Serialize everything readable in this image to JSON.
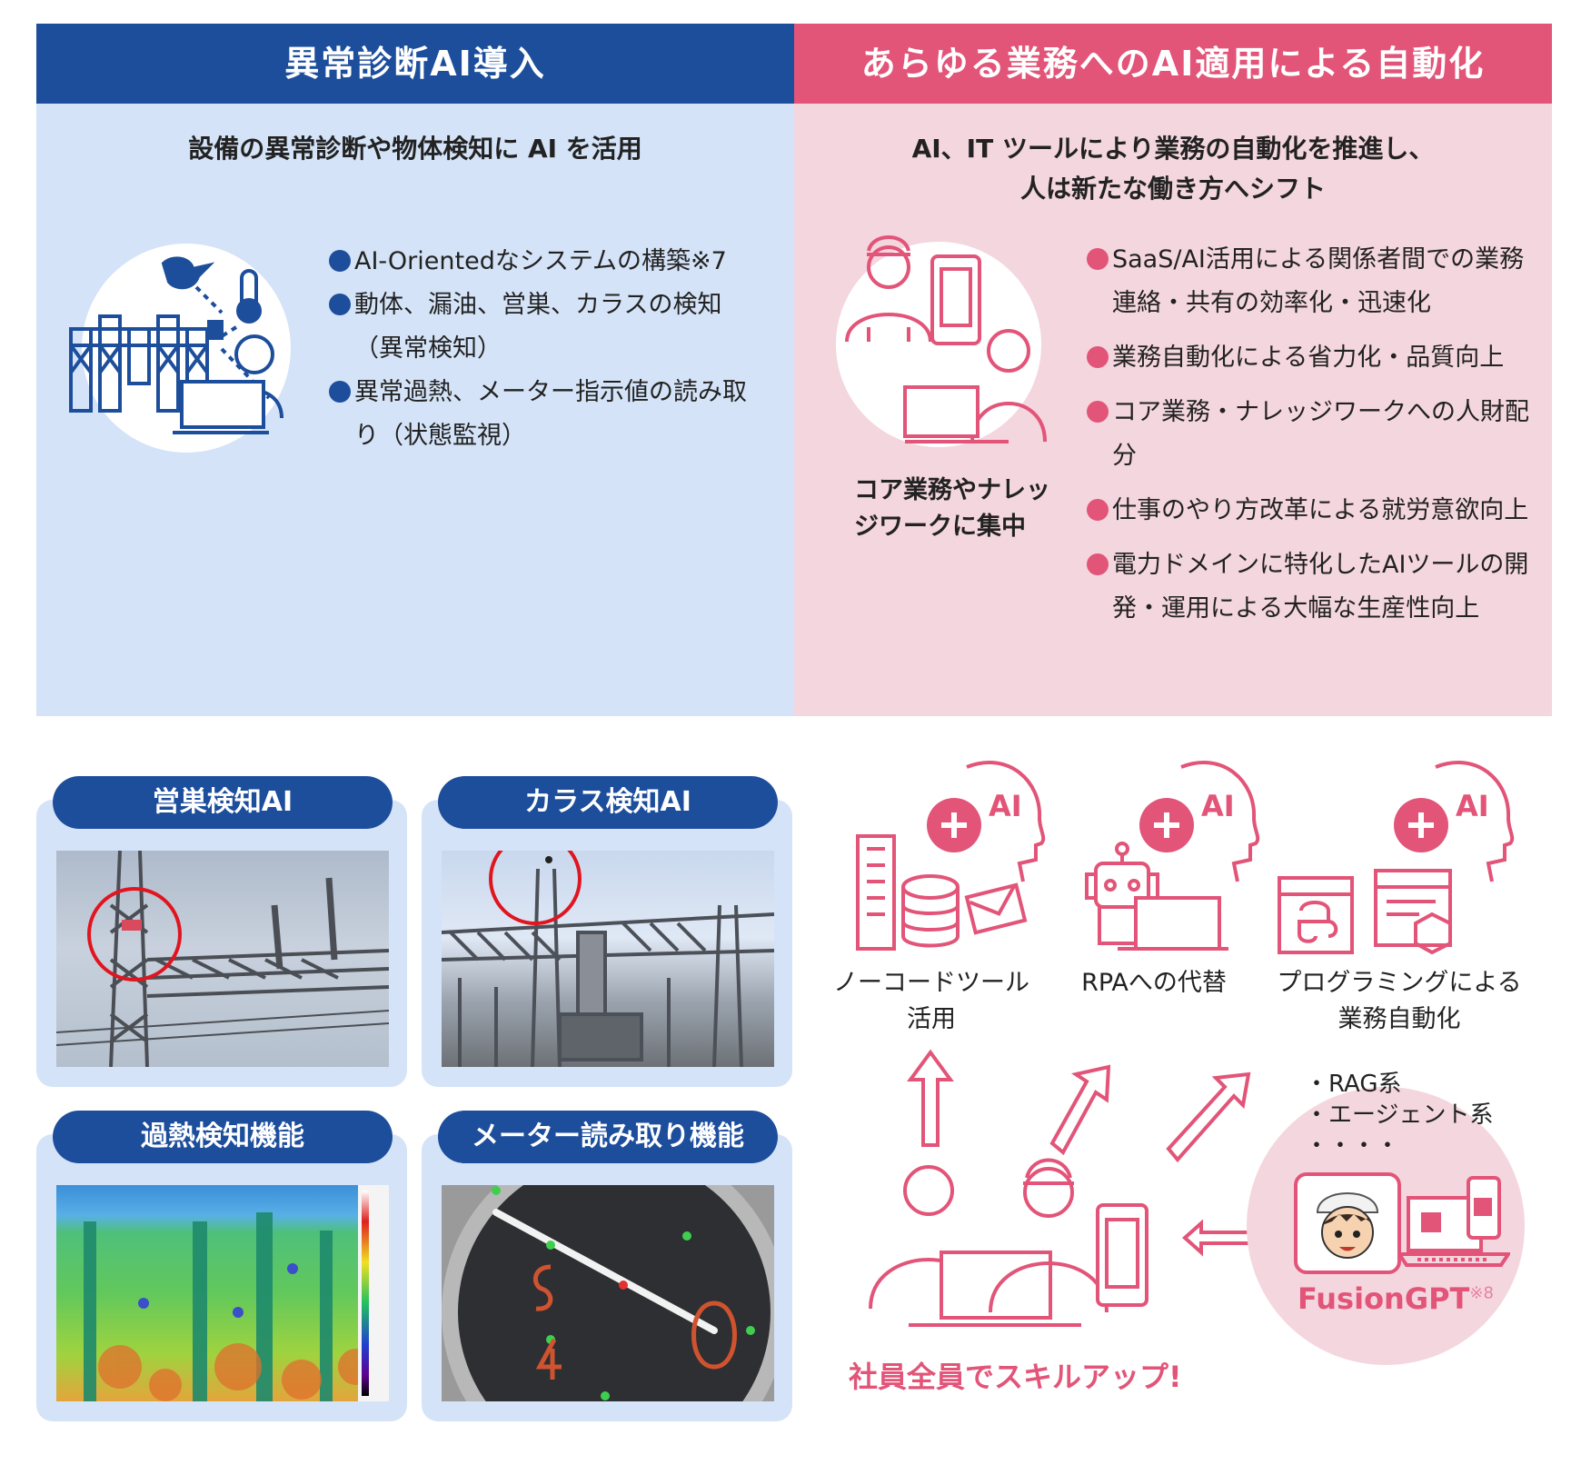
{
  "left_panel": {
    "header": "異常診断AI導入",
    "subtitle": "設備の異常診断や物体検知に AI を活用",
    "bullets": [
      "AI-Orientedなシステムの構築※7",
      "動体、漏油、営巣、カラスの検知（異常検知）",
      "異常過熱、メーター指示値の読み取り（状態監視）"
    ]
  },
  "right_panel": {
    "header": "あらゆる業務へのAI適用による自動化",
    "subtitle_line1": "AI、IT ツールにより業務の自動化を推進し、",
    "subtitle_line2": "人は新たな働き方へシフト",
    "caption": "コア業務やナレッジワークに集中",
    "bullets": [
      "SaaS/AI活用による関係者間での業務連絡・共有の効率化・迅速化",
      "業務自動化による省力化・品質向上",
      "コア業務・ナレッジワークへの人財配分",
      "仕事のやり方改革による就労意欲向上",
      "電力ドメインに特化したAIツールの開発・運用による大幅な生産性向上"
    ]
  },
  "cards": [
    {
      "label": "営巣検知AI"
    },
    {
      "label": "カラス検知AI"
    },
    {
      "label": "過熱検知機能"
    },
    {
      "label": "メーター読み取り機能"
    }
  ],
  "automation": {
    "ai_label": "AI",
    "nocode_line1": "ノーコードツール",
    "nocode_line2": "活用",
    "rpa": "RPAへの代替",
    "prog_line1": "プログラミングによる",
    "prog_line2": "業務自動化",
    "types": [
      "・RAG系",
      "・エージェント系",
      "・・・・"
    ],
    "fusion_name": "FusionGPT",
    "fusion_note": "※8",
    "slogan": "社員全員でスキルアップ!"
  },
  "colors": {
    "blue": "#1d4e9c",
    "pink": "#e25478",
    "light_blue": "#d4e3f7",
    "light_pink": "#f4d6df"
  }
}
